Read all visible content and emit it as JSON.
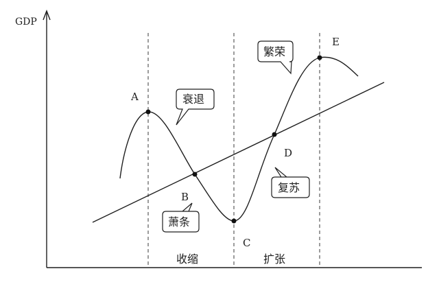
{
  "axis": {
    "y_label": "GDP"
  },
  "points": [
    {
      "id": "A",
      "label": "A"
    },
    {
      "id": "B",
      "label": "B"
    },
    {
      "id": "C",
      "label": "C"
    },
    {
      "id": "D",
      "label": "D"
    },
    {
      "id": "E",
      "label": "E"
    }
  ],
  "callouts": {
    "recession": "衰退",
    "depression": "萧条",
    "recovery": "复苏",
    "prosperity": "繁荣"
  },
  "phases": {
    "contraction": "收缩",
    "expansion": "扩张"
  },
  "colors": {
    "ink": "#1f1f1f",
    "background": "#ffffff"
  }
}
